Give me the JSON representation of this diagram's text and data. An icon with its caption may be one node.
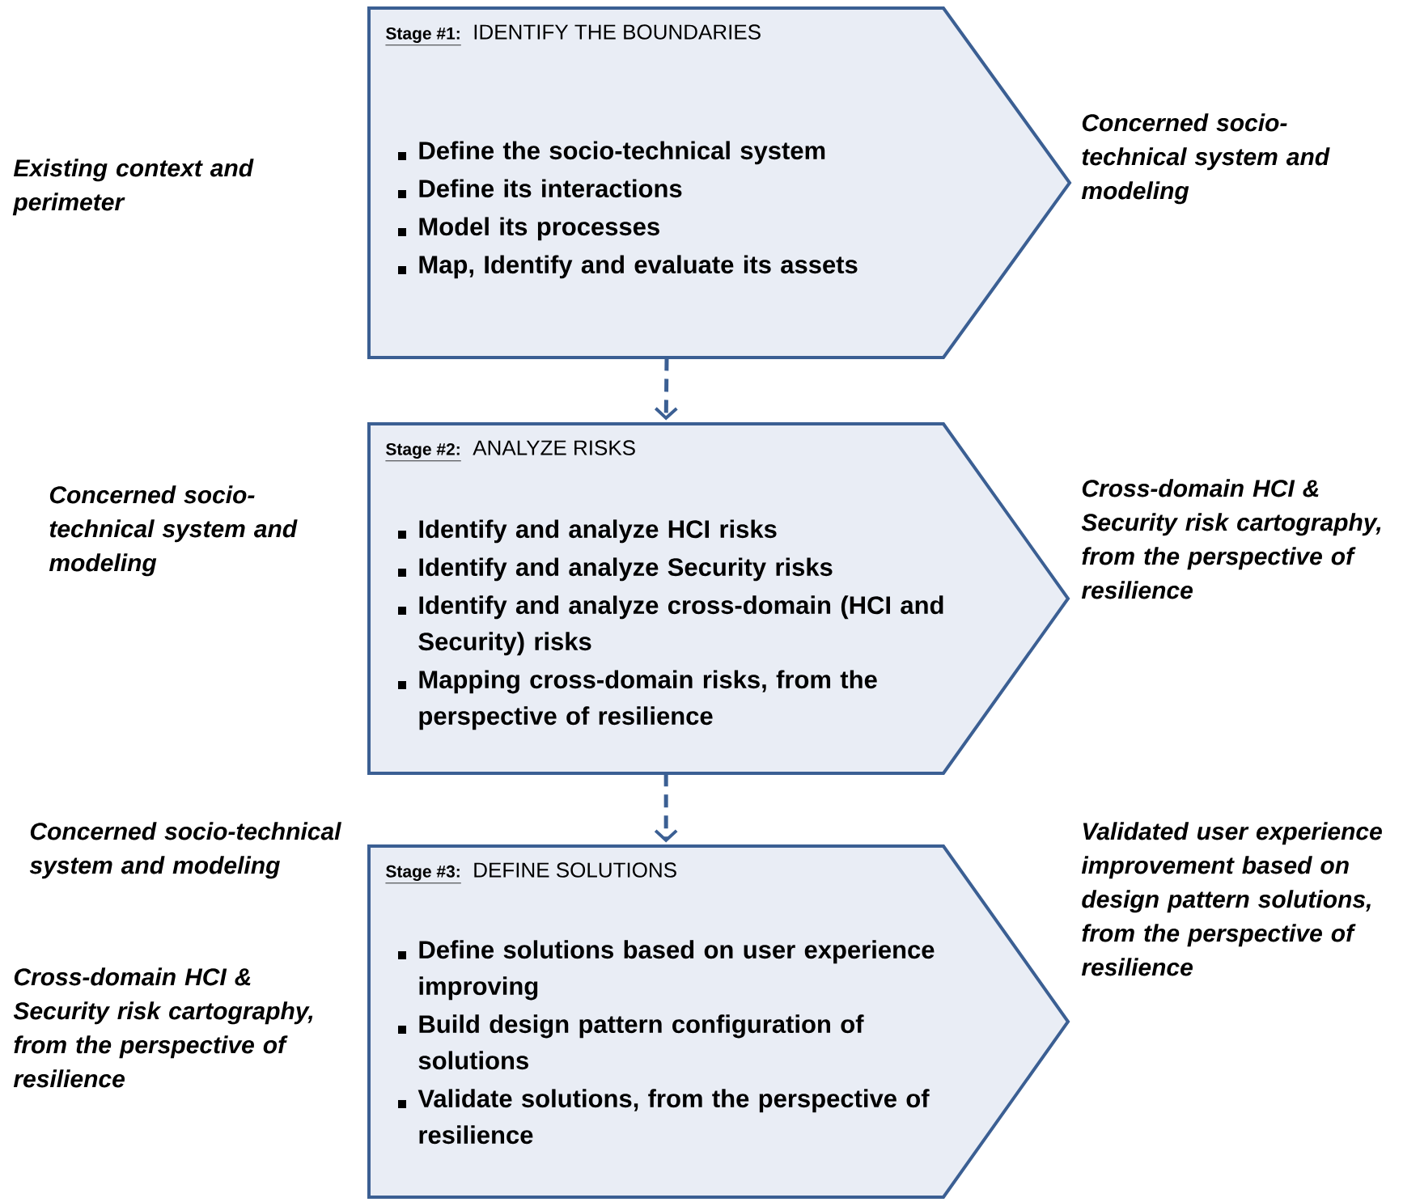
{
  "diagram": {
    "nodes": [
      {
        "text": [
          "Stage #1:",
          "IDENTIFY THE BOUNDARIES",
          "Define the socio-technical system",
          "Define its interactions",
          "Model its processes",
          "Map, Identify and evaluate its assets"
        ]
      },
      {
        "text": [
          "Stage #2:",
          "ANALYZE RISKS",
          "Identify and analyze HCI risks",
          "Identify and analyze Security risks",
          "Identify and analyze cross-domain (HCI and Security) risks",
          "Mapping cross-domain risks, from the perspective of resilience"
        ]
      },
      {
        "text": [
          "Stage #3:",
          "DEFINE SOLUTIONS",
          "Define solutions based on user experience improving",
          "Build design pattern configuration of solutions",
          "Validate solutions, from the perspective of resilience"
        ]
      }
    ],
    "edges": [
      {
        "from": 0,
        "to": 1,
        "arrow": "to",
        "style": "dashed"
      },
      {
        "from": 1,
        "to": 2,
        "arrow": "to",
        "style": "dashed"
      }
    ],
    "labels": [
      "Existing context and perimeter",
      "Concerned socio-technical system and modeling",
      "Concerned socio-technical system and modeling",
      "Cross-domain HCI & Security risk cartography, from the perspective of resilience",
      "Concerned socio-technical system and modeling",
      "Cross-domain HCI & Security risk cartography, from the perspective of resilience",
      "Validated user experience improvement based on design pattern solutions, from the perspective of resilience"
    ]
  }
}
